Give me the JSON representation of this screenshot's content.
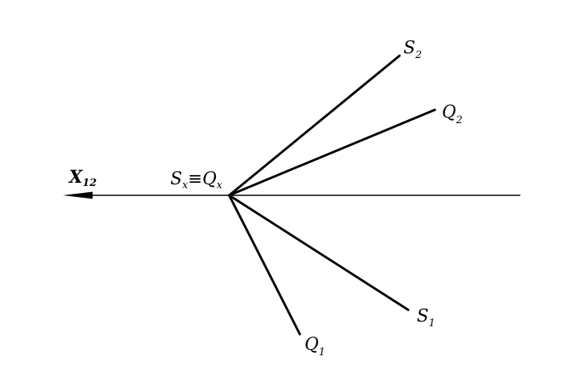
{
  "axis": {
    "label": "X",
    "subscript": "12"
  },
  "origin": {
    "left": "S",
    "left_sub": "x",
    "equiv": "≡",
    "right": "Q",
    "right_sub": "x"
  },
  "rays": [
    {
      "id": "s2",
      "label": "S",
      "sub": "2"
    },
    {
      "id": "q2",
      "label": "Q",
      "sub": "2"
    },
    {
      "id": "s1",
      "label": "S",
      "sub": "1"
    },
    {
      "id": "q1",
      "label": "Q",
      "sub": "1"
    }
  ]
}
